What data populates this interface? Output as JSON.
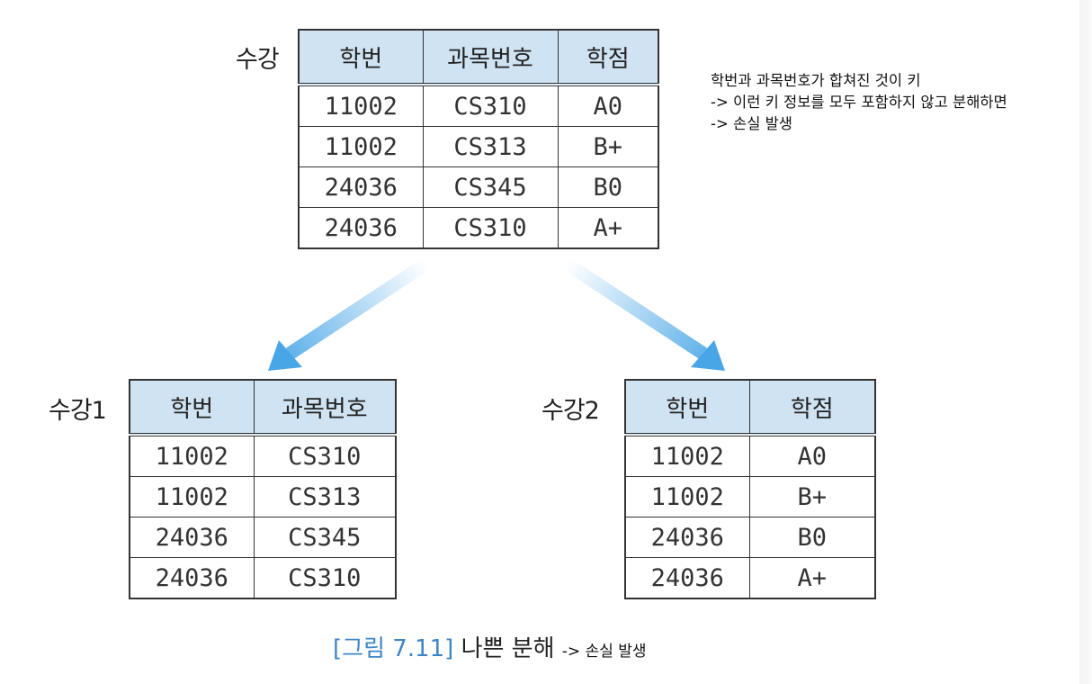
{
  "top_table": {
    "name": "수강",
    "headers": [
      "학번",
      "과목번호",
      "학점"
    ],
    "rows": [
      [
        "11002",
        "CS310",
        "A0"
      ],
      [
        "11002",
        "CS313",
        "B+"
      ],
      [
        "24036",
        "CS345",
        "B0"
      ],
      [
        "24036",
        "CS310",
        "A+"
      ]
    ]
  },
  "left_table": {
    "name": "수강1",
    "headers": [
      "학번",
      "과목번호"
    ],
    "rows": [
      [
        "11002",
        "CS310"
      ],
      [
        "11002",
        "CS313"
      ],
      [
        "24036",
        "CS345"
      ],
      [
        "24036",
        "CS310"
      ]
    ]
  },
  "right_table": {
    "name": "수강2",
    "headers": [
      "학번",
      "학점"
    ],
    "rows": [
      [
        "11002",
        "A0"
      ],
      [
        "11002",
        "B+"
      ],
      [
        "24036",
        "B0"
      ],
      [
        "24036",
        "A+"
      ]
    ]
  },
  "note": {
    "lines": [
      "학번과 과목번호가 합쳐진 것이 키",
      "-> 이런 키 정보를 모두 포함하지 않고 분해하면",
      "-> 손실 발생"
    ]
  },
  "caption": {
    "figure_label": "[그림 7.11]",
    "title": "나쁜 분해",
    "suffix": "-> 손실 발생"
  },
  "colors": {
    "header_bg": "#cfe3f3",
    "arrow": "#49a6e6",
    "caption_label": "#3d86c6"
  }
}
